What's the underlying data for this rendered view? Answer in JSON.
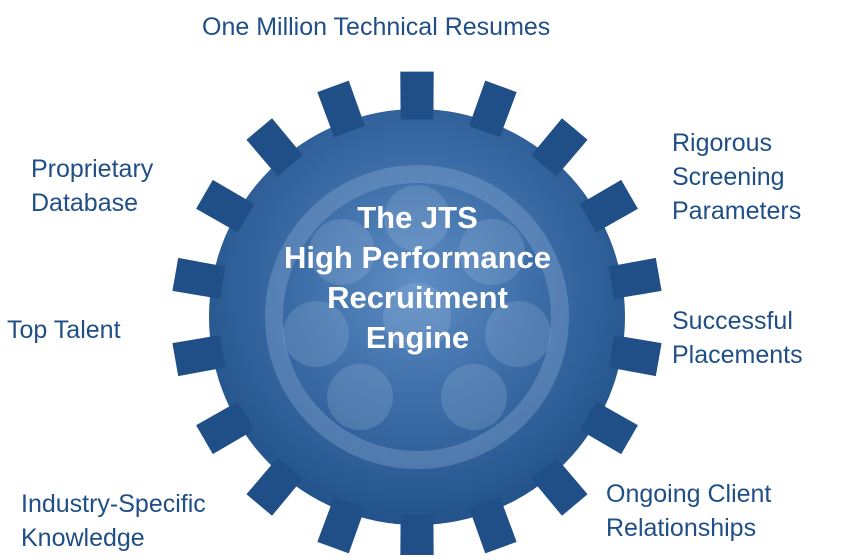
{
  "center": {
    "title": "The JTS\nHigh Performance\nRecruitment\nEngine"
  },
  "labels": {
    "top": "One Million Technical Resumes",
    "proprietary_database": "Proprietary\nDatabase",
    "rigorous_screening": "Rigorous\nScreening\nParameters",
    "top_talent": "Top Talent",
    "successful_placements": "Successful\nPlacements",
    "industry_knowledge": "Industry-Specific\nKnowledge",
    "client_relationships": "Ongoing Client\nRelationships"
  },
  "colors": {
    "gear_dark": "#1f4f86",
    "gear_light": "#4a79b3",
    "text_blue": "#1f4f86",
    "center_text": "#ffffff"
  }
}
